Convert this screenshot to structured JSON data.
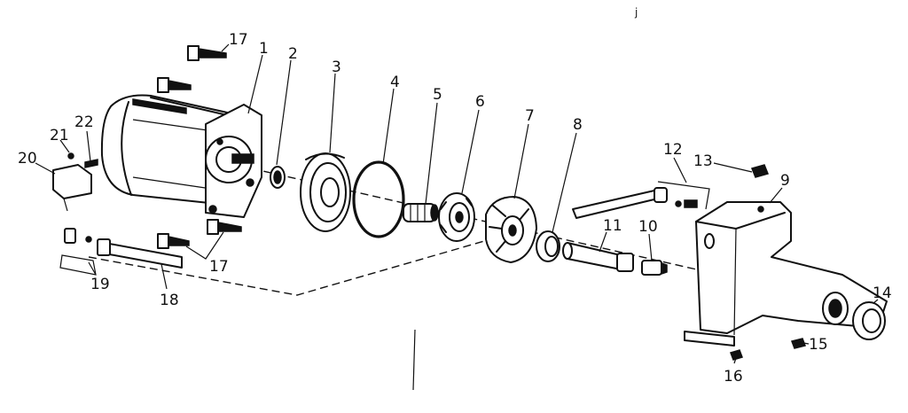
{
  "diagram": {
    "callouts": [
      {
        "id": "17a",
        "text": "17"
      },
      {
        "id": "1",
        "text": "1"
      },
      {
        "id": "2",
        "text": "2"
      },
      {
        "id": "3",
        "text": "3"
      },
      {
        "id": "4",
        "text": "4"
      },
      {
        "id": "5",
        "text": "5"
      },
      {
        "id": "6",
        "text": "6"
      },
      {
        "id": "7",
        "text": "7"
      },
      {
        "id": "8",
        "text": "8"
      },
      {
        "id": "12",
        "text": "12"
      },
      {
        "id": "13",
        "text": "13"
      },
      {
        "id": "9",
        "text": "9"
      },
      {
        "id": "21",
        "text": "21"
      },
      {
        "id": "22",
        "text": "22"
      },
      {
        "id": "20",
        "text": "20"
      },
      {
        "id": "11",
        "text": "11"
      },
      {
        "id": "10",
        "text": "10"
      },
      {
        "id": "17b",
        "text": "17"
      },
      {
        "id": "19",
        "text": "19"
      },
      {
        "id": "18",
        "text": "18"
      },
      {
        "id": "14",
        "text": "14"
      },
      {
        "id": "15",
        "text": "15"
      },
      {
        "id": "16",
        "text": "16"
      },
      {
        "id": "mark",
        "text": "j"
      }
    ]
  }
}
